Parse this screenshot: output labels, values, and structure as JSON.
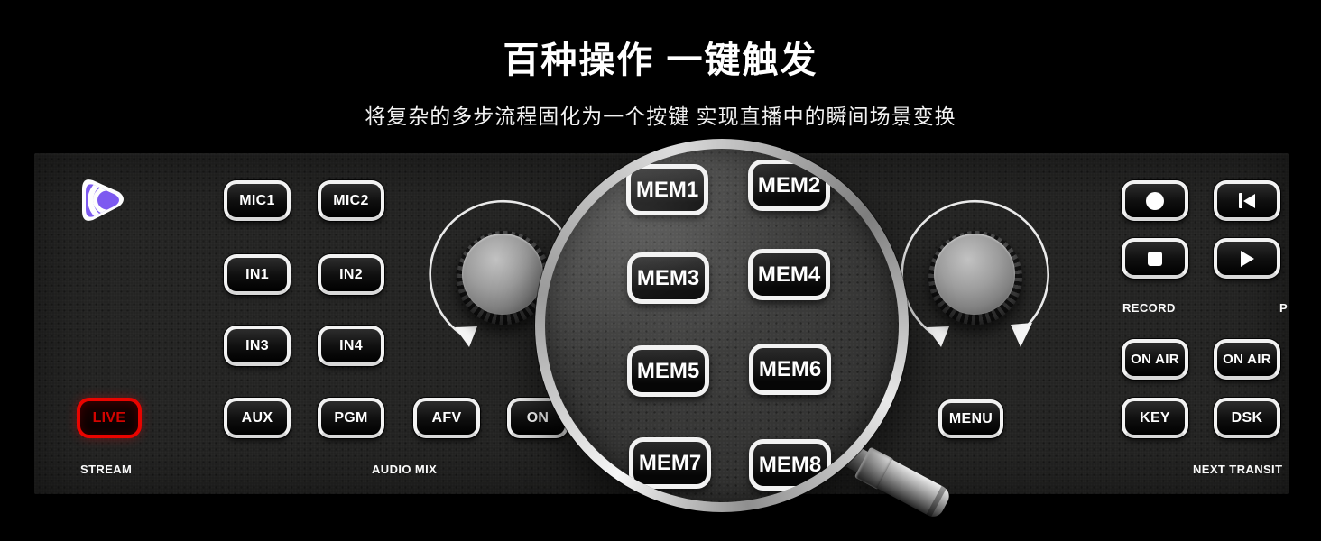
{
  "header": {
    "title": "百种操作 一键触发",
    "subtitle": "将复杂的多步流程固化为一个按键 实现直播中的瞬间场景变换"
  },
  "colors": {
    "accent_red": "#e90400",
    "logo_purple": "#7d5af0",
    "panel_background": "#232322",
    "button_face": "#0d0d0d",
    "button_border": "#f2f2f2"
  },
  "stream_section": {
    "logo_icon": "play-signal-logo",
    "live_button": "LIVE",
    "label": "STREAM"
  },
  "audio_section": {
    "label": "AUDIO MIX",
    "buttons": [
      "MIC1",
      "MIC2",
      "IN1",
      "IN2",
      "IN3",
      "IN4",
      "AUX",
      "PGM",
      "AFV",
      "ON"
    ],
    "knob_icon": "rotary-knob",
    "arrows_icon": "rotate-both-directions-arrow"
  },
  "memory_section": {
    "magnifier_icon": "magnifying-glass",
    "buttons": [
      "MEM1",
      "MEM2",
      "MEM3",
      "MEM4",
      "MEM5",
      "MEM6",
      "MEM7",
      "MEM8"
    ]
  },
  "menu_section": {
    "menu_button": "MENU",
    "knob_icon": "rotary-knob",
    "arrows_icon": "rotate-both-directions-arrow"
  },
  "record_section": {
    "label": "RECORD",
    "play_label_clipped": "P",
    "icons": [
      "record-icon",
      "skip-back-icon",
      "stop-icon",
      "play-icon"
    ]
  },
  "transition_section": {
    "onair_left_button": "ON AIR",
    "onair_right_button": "ON AIR",
    "key_button": "KEY",
    "dsk_button": "DSK",
    "label": "NEXT TRANSIT"
  }
}
